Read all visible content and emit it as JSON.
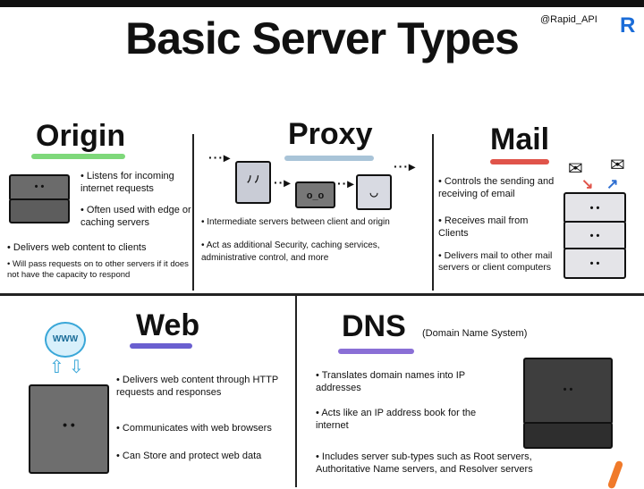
{
  "title": "Basic Server Types",
  "brand": {
    "handle": "@Rapid_API",
    "logo": "R",
    "color": "#1a6cd8"
  },
  "sections": {
    "origin": {
      "heading": "Origin",
      "accent": "#7ed87a",
      "bullets": [
        "Listens for incoming internet requests",
        "Often used with edge or caching servers",
        "Delivers web content to clients",
        "Will pass requests on to other servers if it does not have the capacity to respond"
      ]
    },
    "proxy": {
      "heading": "Proxy",
      "accent": "#a9c4d8",
      "bullets": [
        "Intermediate servers between client and origin",
        "Act as additional Security, caching services, administrative control, and more"
      ]
    },
    "mail": {
      "heading": "Mail",
      "accent": "#e0544a",
      "bullets": [
        "Controls the sending and receiving of email",
        "Receives mail from Clients",
        "Delivers mail to other mail servers or client computers"
      ]
    },
    "web": {
      "heading": "Web",
      "accent": "#6a5fd0",
      "globe_label": "WWW",
      "bullets": [
        "Delivers web content through HTTP requests and responses",
        "Communicates with web browsers",
        "Can Store and protect web data"
      ]
    },
    "dns": {
      "heading": "DNS",
      "subtitle": "(Domain Name System)",
      "accent": "#8a6fd6",
      "bullets": [
        "Translates domain names into IP addresses",
        "Acts like an IP address book for the internet",
        "Includes server sub-types such as Root servers, Authoritative Name servers, and Resolver servers"
      ]
    }
  }
}
